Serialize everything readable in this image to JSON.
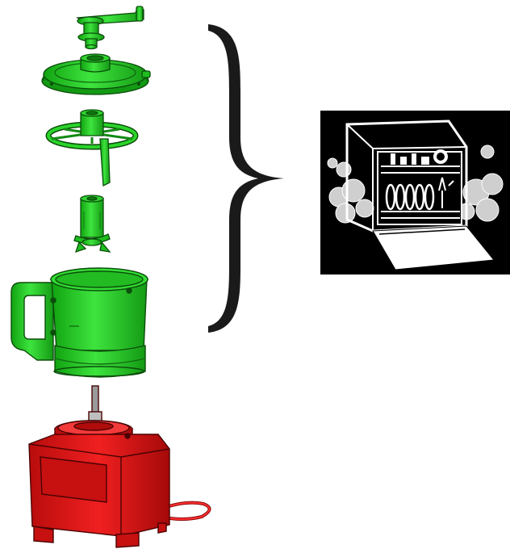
{
  "figure": {
    "components": [
      {
        "name": "crank-handle-lid-insert",
        "dishwasher_safe": true
      },
      {
        "name": "bowl-lid",
        "dishwasher_safe": true
      },
      {
        "name": "wiper-scraper",
        "dishwasher_safe": true
      },
      {
        "name": "blade-assembly",
        "dishwasher_safe": true
      },
      {
        "name": "bowl-with-handle",
        "dishwasher_safe": true
      },
      {
        "name": "motor-base",
        "dishwasher_safe": false
      }
    ],
    "grouping": "brace",
    "destination_icon": "dishwasher-icon"
  },
  "colors": {
    "washable_parts": "#22cc22",
    "washable_parts_dark": "#138a13",
    "motor_base": "#dd1111",
    "motor_base_dark": "#8a0808",
    "brace": "#1a1a1a",
    "icon_background": "#000000",
    "icon_foreground": "#ffffff",
    "steam": "#cfcfcf"
  }
}
